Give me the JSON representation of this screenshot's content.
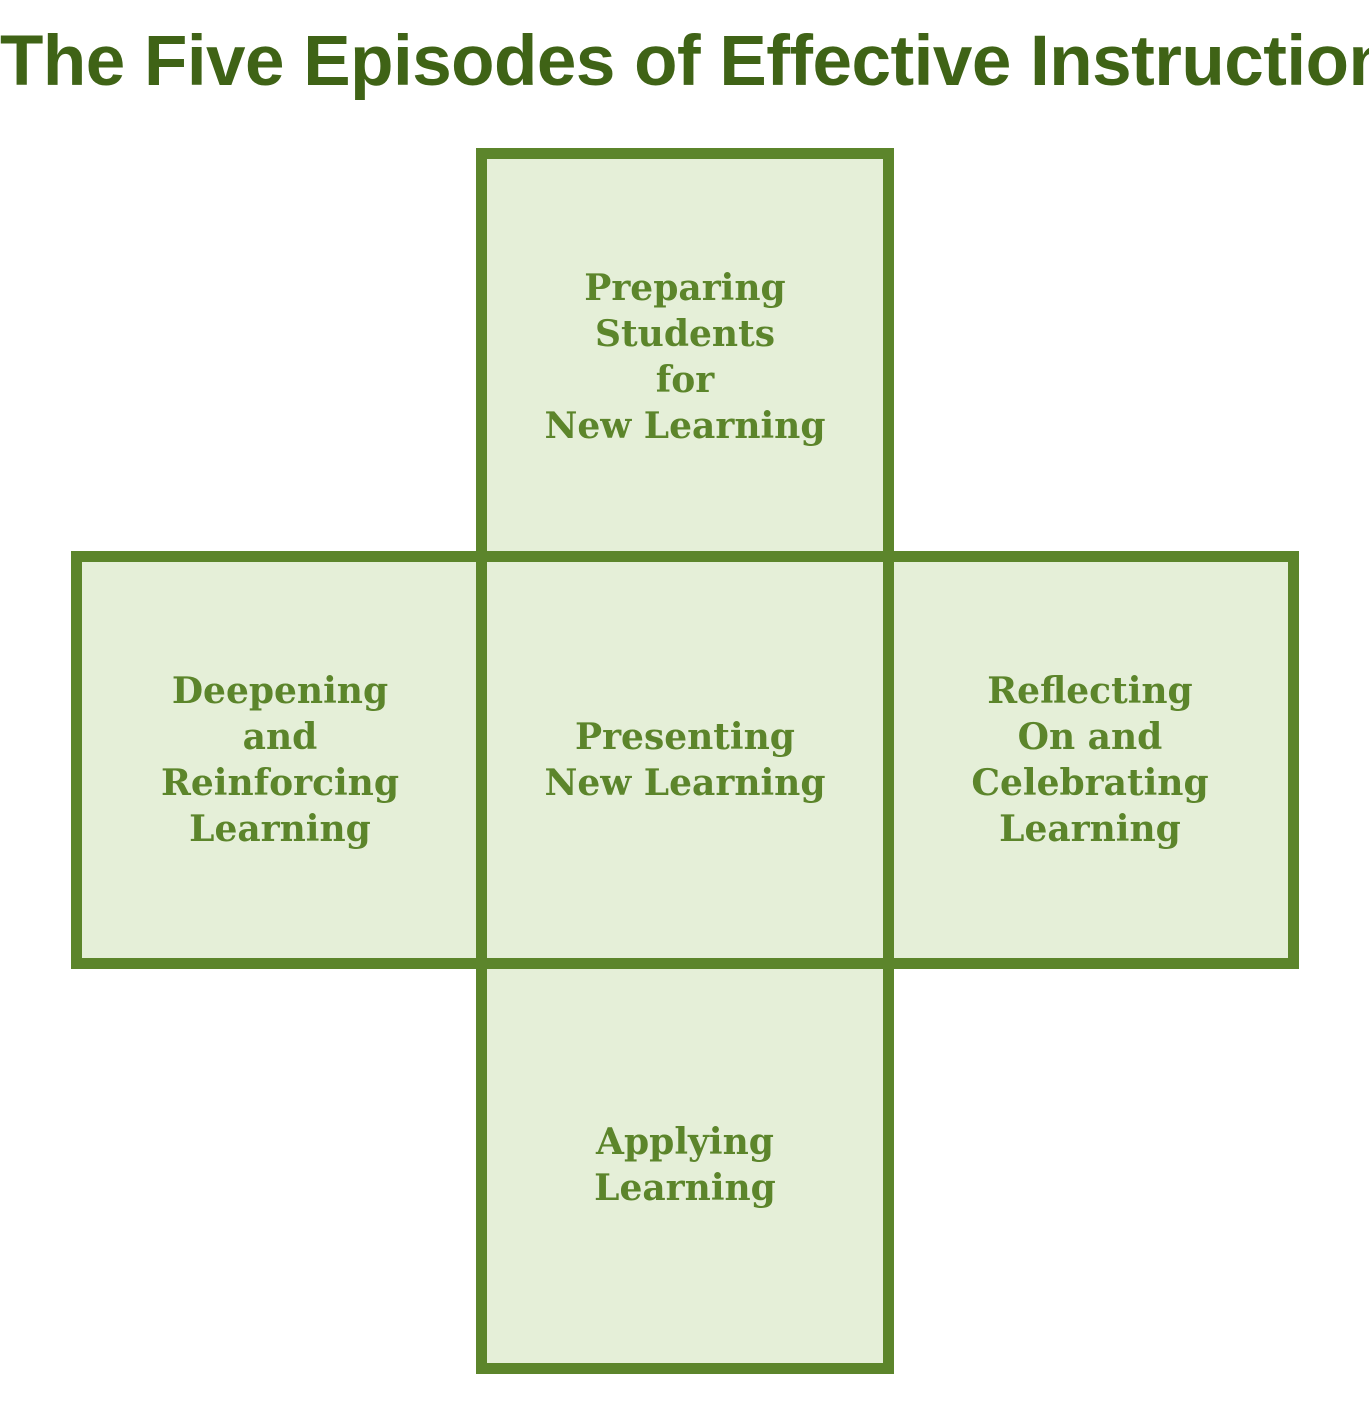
{
  "title": "The Five Episodes of Effective Instruction",
  "colors": {
    "title": "#3f6316",
    "box_border": "#5c852b",
    "box_fill": "#e5efd8",
    "box_text": "#5c852b"
  },
  "episodes": {
    "top": {
      "lines": [
        "Preparing",
        "Students",
        "for",
        "New Learning"
      ]
    },
    "left": {
      "lines": [
        "Deepening",
        "and",
        "Reinforcing",
        "Learning"
      ]
    },
    "center": {
      "lines": [
        "Presenting",
        "New Learning"
      ]
    },
    "right": {
      "lines": [
        "Reflecting",
        "On and",
        "Celebrating",
        "Learning"
      ]
    },
    "bottom": {
      "lines": [
        "Applying",
        "Learning"
      ]
    }
  }
}
